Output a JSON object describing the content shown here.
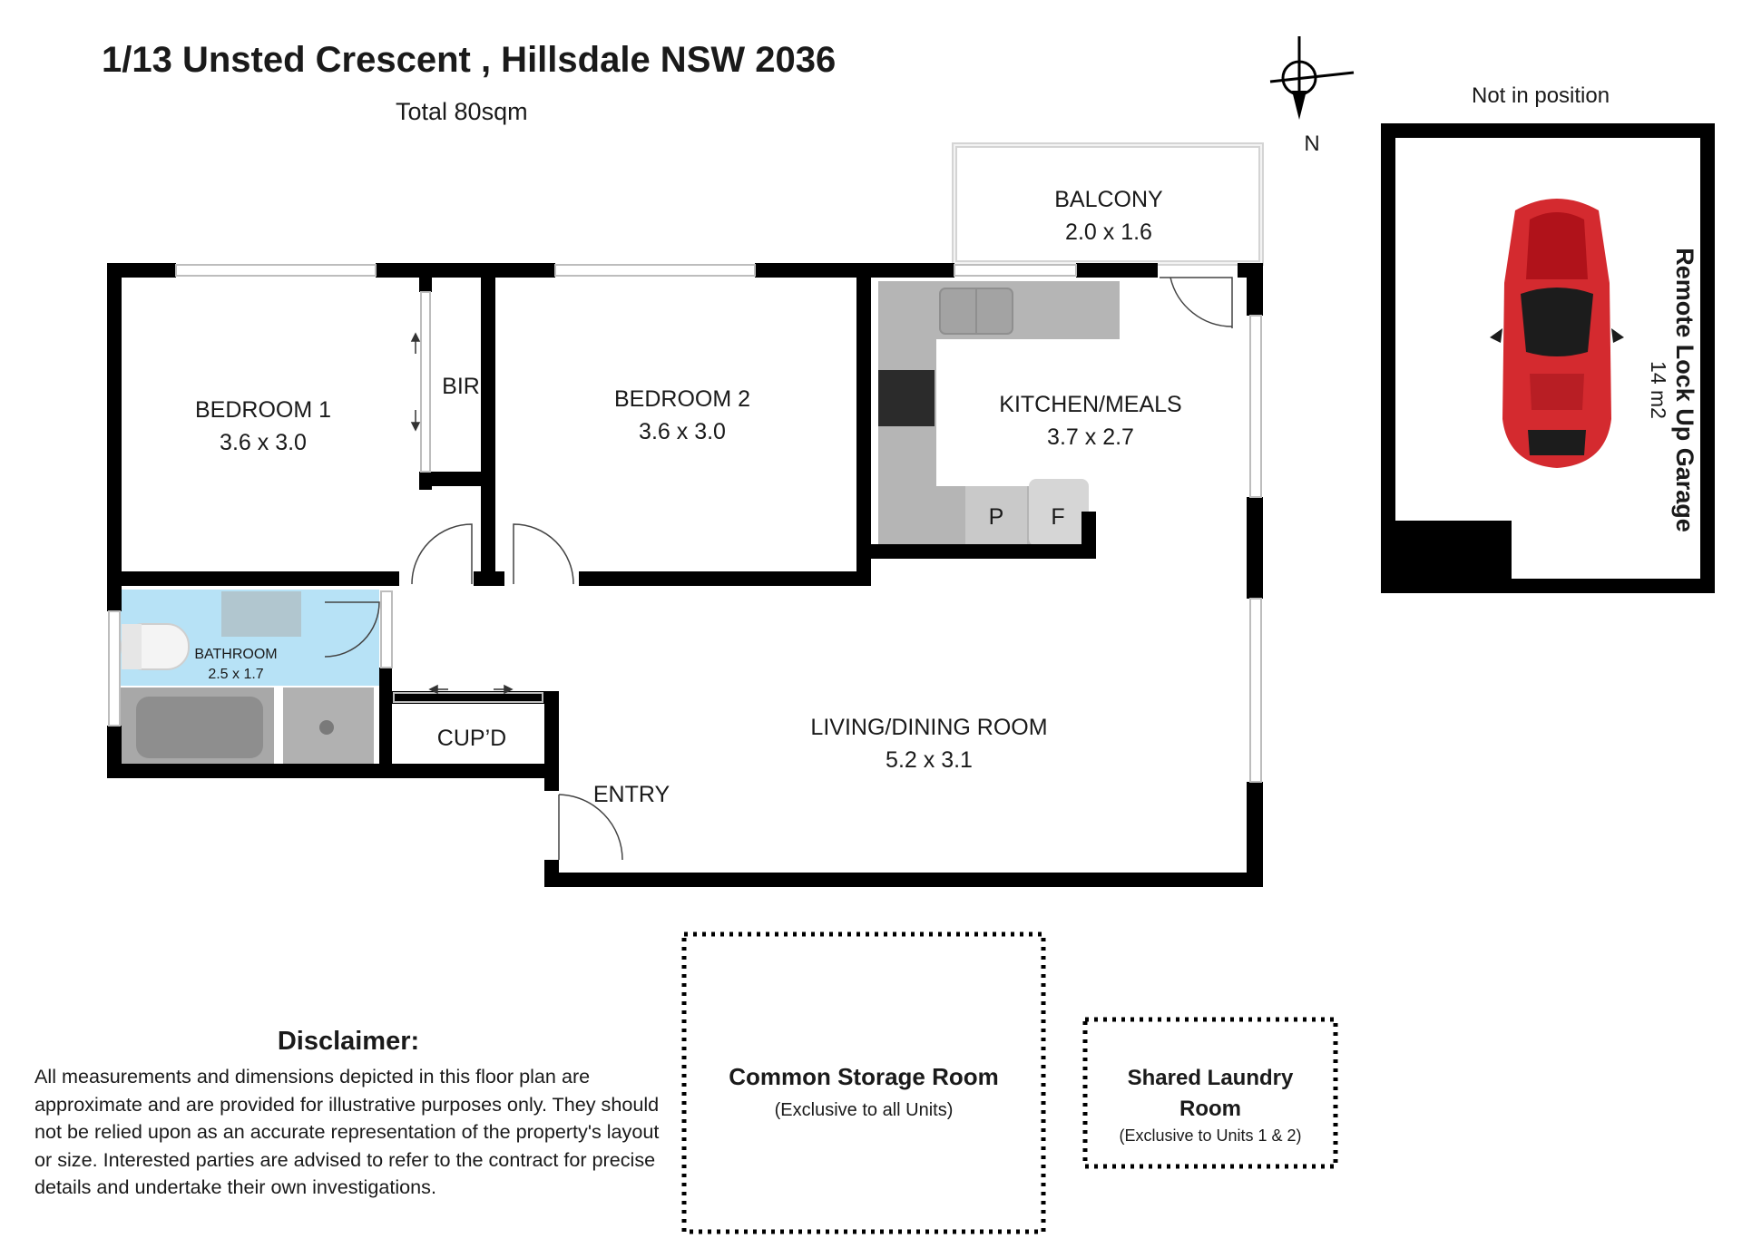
{
  "header": {
    "address": "1/13  Unsted Crescent , Hillsdale NSW 2036",
    "total_area": "Total 80sqm"
  },
  "compass": {
    "north_label": "N"
  },
  "rooms": {
    "balcony": {
      "name": "BALCONY",
      "dims": "2.0 x 1.6"
    },
    "bedroom1": {
      "name": "BEDROOM 1",
      "dims": "3.6 x 3.0"
    },
    "bir": {
      "name": "BIR"
    },
    "bedroom2": {
      "name": "BEDROOM 2",
      "dims": "3.6 x 3.0"
    },
    "kitchen": {
      "name": "KITCHEN/MEALS",
      "dims": "3.7 x 2.7",
      "pantry": "P",
      "fridge": "F"
    },
    "bathroom": {
      "name": "BATHROOM",
      "dims": "2.5 x 1.7"
    },
    "cupboard": {
      "name": "CUP’D"
    },
    "living": {
      "name": "LIVING/DINING ROOM",
      "dims": "5.2 x 3.1"
    },
    "entry": {
      "name": "ENTRY"
    }
  },
  "garage": {
    "note": "Not in position",
    "name": "Remote Lock Up Garage",
    "area": "14 m2",
    "car_color": "#d42a2f"
  },
  "storage": {
    "name": "Common Storage Room",
    "note": "(Exclusive to all Units)"
  },
  "laundry": {
    "name_line1": "Shared Laundry",
    "name_line2": "Room",
    "note": "(Exclusive to Units 1 & 2)"
  },
  "disclaimer": {
    "heading": "Disclaimer:",
    "body": "All measurements and dimensions depicted in this floor plan are approximate and are provided for illustrative purposes only. They should not be relied upon as an accurate representation of the property's layout or size. Interested parties are advised to refer to the contract for precise details and undertake their own investigations."
  },
  "colors": {
    "wall": "#000000",
    "bathroom_fill": "#b7e2f6",
    "fixture_grey": "#b9b9b9",
    "window": "#d9d9d9"
  }
}
